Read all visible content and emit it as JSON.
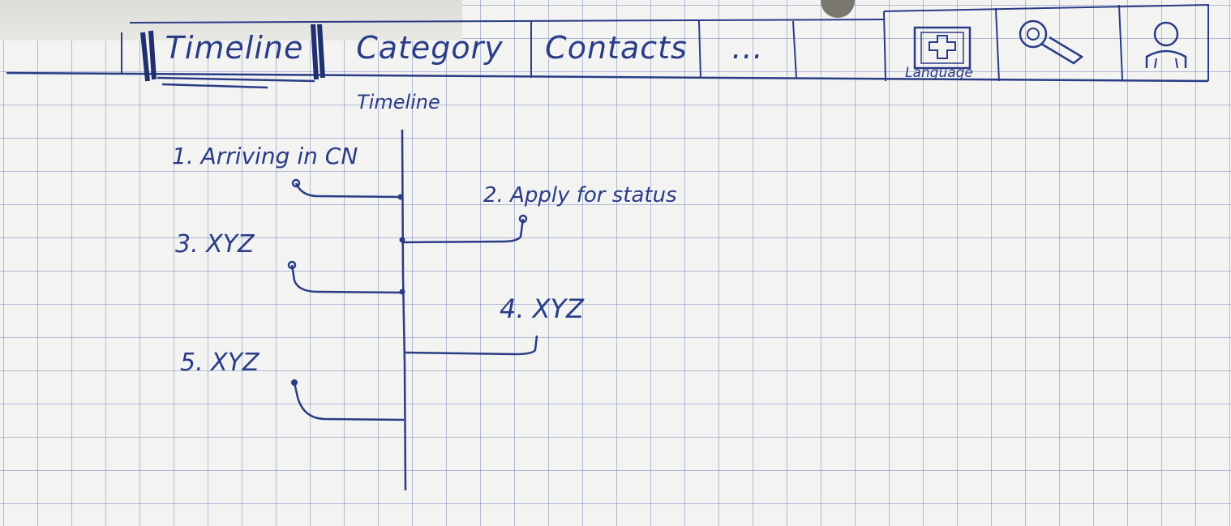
{
  "nav": {
    "tabs": [
      {
        "label": "Timeline",
        "active": true
      },
      {
        "label": "Category",
        "active": false
      },
      {
        "label": "Contacts",
        "active": false
      },
      {
        "label": "...",
        "active": false
      }
    ],
    "icons": {
      "language": {
        "name": "language-icon",
        "caption": "Language"
      },
      "search": {
        "name": "search-icon"
      },
      "profile": {
        "name": "user-icon"
      }
    }
  },
  "timeline": {
    "title": "Timeline",
    "events": [
      {
        "label": "1. Arriving in CN",
        "side": "left"
      },
      {
        "label": "2. Apply for status",
        "side": "right"
      },
      {
        "label": "3. XYZ",
        "side": "left"
      },
      {
        "label": "4. XYZ",
        "side": "right"
      },
      {
        "label": "5. XYZ",
        "side": "left"
      }
    ]
  },
  "colors": {
    "ink": "#2a3c86",
    "grid": "#465faa",
    "paper": "#f3f3f1"
  }
}
